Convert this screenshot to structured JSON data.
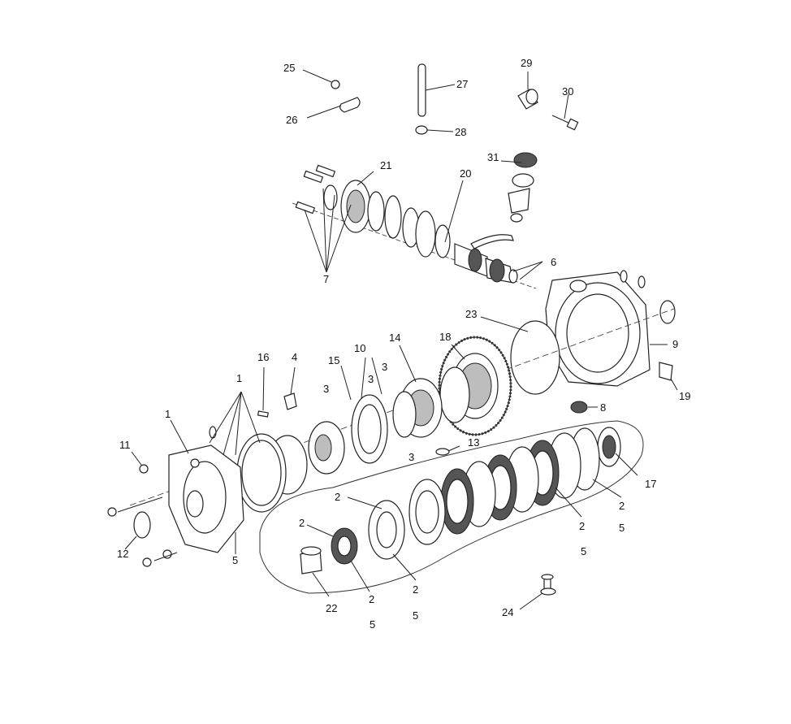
{
  "callouts": [
    {
      "text": "25"
    },
    {
      "text": "26"
    },
    {
      "text": "27"
    },
    {
      "text": "28"
    },
    {
      "text": "29"
    },
    {
      "text": "30"
    },
    {
      "text": "21"
    },
    {
      "text": "20"
    },
    {
      "text": "31"
    },
    {
      "text": "6"
    },
    {
      "text": "7"
    },
    {
      "text": "23"
    },
    {
      "text": "9"
    },
    {
      "text": "19"
    },
    {
      "text": "8"
    },
    {
      "text": "18"
    },
    {
      "text": "14"
    },
    {
      "text": "10"
    },
    {
      "text": "3"
    },
    {
      "text": "3"
    },
    {
      "text": "3"
    },
    {
      "text": "15"
    },
    {
      "text": "16"
    },
    {
      "text": "4"
    },
    {
      "text": "1"
    },
    {
      "text": "1"
    },
    {
      "text": "11"
    },
    {
      "text": "12"
    },
    {
      "text": "5"
    },
    {
      "text": "13"
    },
    {
      "text": "3"
    },
    {
      "text": "17"
    },
    {
      "text": "2"
    },
    {
      "text": "2"
    },
    {
      "text": "2"
    },
    {
      "text": "2"
    },
    {
      "text": "2"
    },
    {
      "text": "2"
    },
    {
      "text": "5"
    },
    {
      "text": "5"
    },
    {
      "text": "5"
    },
    {
      "text": "5"
    },
    {
      "text": "22"
    },
    {
      "text": "24"
    }
  ]
}
